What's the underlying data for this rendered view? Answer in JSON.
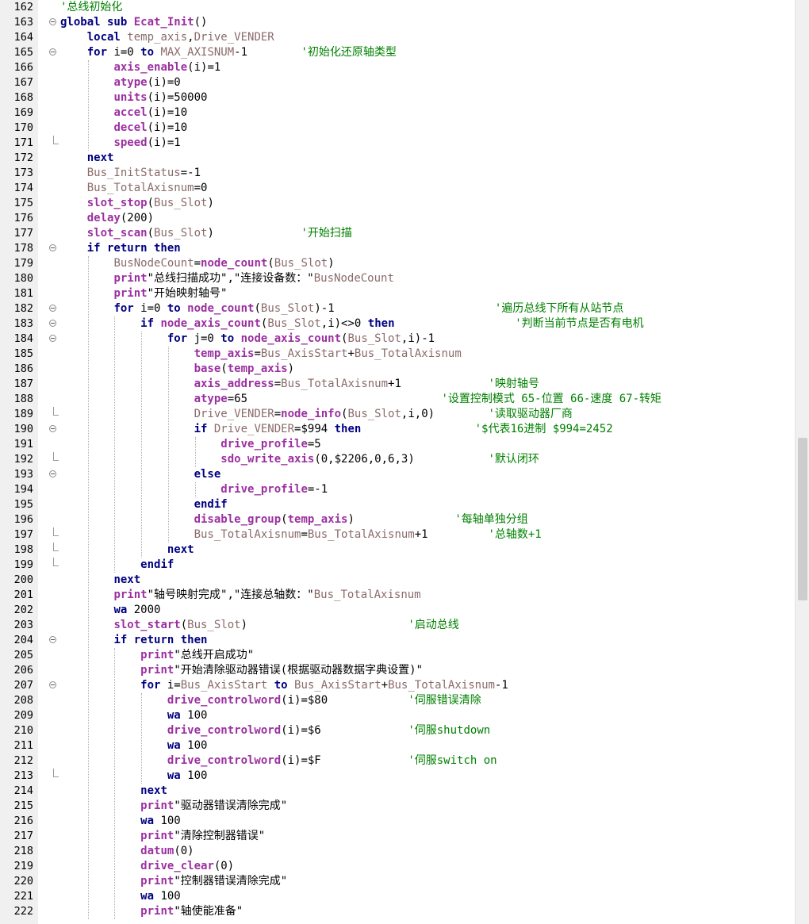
{
  "colors": {
    "keyword": "#000080",
    "function": "#9b30a0",
    "identifier": "#8b6b6b",
    "text": "#000000",
    "comment": "#008000"
  },
  "lines": [
    {
      "n": "162",
      "toks": [
        [
          "c",
          "'总线初始化"
        ]
      ]
    },
    {
      "n": "163",
      "fold": "minus",
      "toks": [
        [
          "k",
          "global sub "
        ],
        [
          "f",
          "Ecat_Init"
        ],
        [
          "t",
          "()"
        ]
      ]
    },
    {
      "n": "164",
      "toks": [
        [
          "t",
          "    "
        ],
        [
          "k",
          "local "
        ],
        [
          "i",
          "temp_axis"
        ],
        [
          "t",
          ","
        ],
        [
          "i",
          "Drive_VENDER"
        ]
      ]
    },
    {
      "n": "165",
      "fold": "minus",
      "toks": [
        [
          "t",
          "    "
        ],
        [
          "k",
          "for "
        ],
        [
          "t",
          "i=0 "
        ],
        [
          "k",
          "to "
        ],
        [
          "i",
          "MAX_AXISNUM"
        ],
        [
          "t",
          "-1        "
        ],
        [
          "c",
          "'初始化还原轴类型"
        ]
      ]
    },
    {
      "n": "166",
      "toks": [
        [
          "t",
          "        "
        ],
        [
          "f",
          "axis_enable"
        ],
        [
          "t",
          "(i)=1"
        ]
      ]
    },
    {
      "n": "167",
      "toks": [
        [
          "t",
          "        "
        ],
        [
          "f",
          "atype"
        ],
        [
          "t",
          "(i)=0"
        ]
      ]
    },
    {
      "n": "168",
      "toks": [
        [
          "t",
          "        "
        ],
        [
          "f",
          "units"
        ],
        [
          "t",
          "(i)=50000"
        ]
      ]
    },
    {
      "n": "169",
      "toks": [
        [
          "t",
          "        "
        ],
        [
          "f",
          "accel"
        ],
        [
          "t",
          "(i)=10"
        ]
      ]
    },
    {
      "n": "170",
      "toks": [
        [
          "t",
          "        "
        ],
        [
          "f",
          "decel"
        ],
        [
          "t",
          "(i)=10"
        ]
      ]
    },
    {
      "n": "171",
      "fold": "end",
      "toks": [
        [
          "t",
          "        "
        ],
        [
          "f",
          "speed"
        ],
        [
          "t",
          "(i)=1"
        ]
      ]
    },
    {
      "n": "172",
      "toks": [
        [
          "t",
          "    "
        ],
        [
          "k",
          "next"
        ]
      ]
    },
    {
      "n": "173",
      "toks": [
        [
          "t",
          "    "
        ],
        [
          "i",
          "Bus_InitStatus"
        ],
        [
          "t",
          "=-1"
        ]
      ]
    },
    {
      "n": "174",
      "toks": [
        [
          "t",
          "    "
        ],
        [
          "i",
          "Bus_TotalAxisnum"
        ],
        [
          "t",
          "=0"
        ]
      ]
    },
    {
      "n": "175",
      "toks": [
        [
          "t",
          "    "
        ],
        [
          "f",
          "slot_stop"
        ],
        [
          "t",
          "("
        ],
        [
          "i",
          "Bus_Slot"
        ],
        [
          "t",
          ")"
        ]
      ]
    },
    {
      "n": "176",
      "toks": [
        [
          "t",
          "    "
        ],
        [
          "f",
          "delay"
        ],
        [
          "t",
          "(200)"
        ]
      ]
    },
    {
      "n": "177",
      "toks": [
        [
          "t",
          "    "
        ],
        [
          "f",
          "slot_scan"
        ],
        [
          "t",
          "("
        ],
        [
          "i",
          "Bus_Slot"
        ],
        [
          "t",
          ")             "
        ],
        [
          "c",
          "'开始扫描"
        ]
      ]
    },
    {
      "n": "178",
      "fold": "minus",
      "toks": [
        [
          "t",
          "    "
        ],
        [
          "k",
          "if return then"
        ]
      ]
    },
    {
      "n": "179",
      "toks": [
        [
          "t",
          "        "
        ],
        [
          "i",
          "BusNodeCount"
        ],
        [
          "t",
          "="
        ],
        [
          "f",
          "node_count"
        ],
        [
          "t",
          "("
        ],
        [
          "i",
          "Bus_Slot"
        ],
        [
          "t",
          ")"
        ]
      ]
    },
    {
      "n": "180",
      "toks": [
        [
          "t",
          "        "
        ],
        [
          "f",
          "print"
        ],
        [
          "t",
          "\"总线扫描成功\",\"连接设备数：\""
        ],
        [
          "i",
          "BusNodeCount"
        ]
      ]
    },
    {
      "n": "181",
      "toks": [
        [
          "t",
          "        "
        ],
        [
          "f",
          "print"
        ],
        [
          "t",
          "\"开始映射轴号\""
        ]
      ]
    },
    {
      "n": "182",
      "fold": "minus",
      "toks": [
        [
          "t",
          "        "
        ],
        [
          "k",
          "for "
        ],
        [
          "t",
          "i=0 "
        ],
        [
          "k",
          "to "
        ],
        [
          "f",
          "node_count"
        ],
        [
          "t",
          "("
        ],
        [
          "i",
          "Bus_Slot"
        ],
        [
          "t",
          ")-1                        "
        ],
        [
          "c",
          "'遍历总线下所有从站节点"
        ]
      ]
    },
    {
      "n": "183",
      "fold": "minus",
      "toks": [
        [
          "t",
          "            "
        ],
        [
          "k",
          "if "
        ],
        [
          "f",
          "node_axis_count"
        ],
        [
          "t",
          "("
        ],
        [
          "i",
          "Bus_Slot"
        ],
        [
          "t",
          ",i)<>0 "
        ],
        [
          "k",
          "then"
        ],
        [
          "t",
          "                  "
        ],
        [
          "c",
          "'判断当前节点是否有电机"
        ]
      ]
    },
    {
      "n": "184",
      "fold": "minus",
      "toks": [
        [
          "t",
          "                "
        ],
        [
          "k",
          "for "
        ],
        [
          "t",
          "j=0 "
        ],
        [
          "k",
          "to "
        ],
        [
          "f",
          "node_axis_count"
        ],
        [
          "t",
          "("
        ],
        [
          "i",
          "Bus_Slot"
        ],
        [
          "t",
          ",i)-1"
        ]
      ]
    },
    {
      "n": "185",
      "toks": [
        [
          "t",
          "                    "
        ],
        [
          "f",
          "temp_axis"
        ],
        [
          "t",
          "="
        ],
        [
          "i",
          "Bus_AxisStart"
        ],
        [
          "t",
          "+"
        ],
        [
          "i",
          "Bus_TotalAxisnum"
        ]
      ]
    },
    {
      "n": "186",
      "toks": [
        [
          "t",
          "                    "
        ],
        [
          "f",
          "base"
        ],
        [
          "t",
          "("
        ],
        [
          "f",
          "temp_axis"
        ],
        [
          "t",
          ")"
        ]
      ]
    },
    {
      "n": "187",
      "toks": [
        [
          "t",
          "                    "
        ],
        [
          "f",
          "axis_address"
        ],
        [
          "t",
          "="
        ],
        [
          "i",
          "Bus_TotalAxisnum"
        ],
        [
          "t",
          "+1             "
        ],
        [
          "c",
          "'映射轴号"
        ]
      ]
    },
    {
      "n": "188",
      "toks": [
        [
          "t",
          "                    "
        ],
        [
          "f",
          "atype"
        ],
        [
          "t",
          "=65                             "
        ],
        [
          "c",
          "'设置控制模式 65-位置 66-速度 67-转矩"
        ]
      ]
    },
    {
      "n": "189",
      "fold": "end",
      "toks": [
        [
          "t",
          "                    "
        ],
        [
          "i",
          "Drive_VENDER"
        ],
        [
          "t",
          "="
        ],
        [
          "f",
          "node_info"
        ],
        [
          "t",
          "("
        ],
        [
          "i",
          "Bus_Slot"
        ],
        [
          "t",
          ",i,0)        "
        ],
        [
          "c",
          "'读取驱动器厂商"
        ]
      ]
    },
    {
      "n": "190",
      "fold": "minus",
      "toks": [
        [
          "t",
          "                    "
        ],
        [
          "k",
          "if "
        ],
        [
          "i",
          "Drive_VENDER"
        ],
        [
          "t",
          "=$994 "
        ],
        [
          "k",
          "then"
        ],
        [
          "t",
          "                 "
        ],
        [
          "c",
          "'$代表16进制 $994=2452"
        ]
      ]
    },
    {
      "n": "191",
      "toks": [
        [
          "t",
          "                        "
        ],
        [
          "f",
          "drive_profile"
        ],
        [
          "t",
          "=5"
        ]
      ]
    },
    {
      "n": "192",
      "fold": "end",
      "toks": [
        [
          "t",
          "                        "
        ],
        [
          "f",
          "sdo_write_axis"
        ],
        [
          "t",
          "(0,$2206,0,6,3)           "
        ],
        [
          "c",
          "'默认闭环"
        ]
      ]
    },
    {
      "n": "193",
      "fold": "minus",
      "toks": [
        [
          "t",
          "                    "
        ],
        [
          "k",
          "else"
        ]
      ]
    },
    {
      "n": "194",
      "toks": [
        [
          "t",
          "                        "
        ],
        [
          "f",
          "drive_profile"
        ],
        [
          "t",
          "=-1"
        ]
      ]
    },
    {
      "n": "195",
      "toks": [
        [
          "t",
          "                    "
        ],
        [
          "k",
          "endif"
        ]
      ]
    },
    {
      "n": "196",
      "toks": [
        [
          "t",
          "                    "
        ],
        [
          "f",
          "disable_group"
        ],
        [
          "t",
          "("
        ],
        [
          "f",
          "temp_axis"
        ],
        [
          "t",
          ")               "
        ],
        [
          "c",
          "'每轴单独分组"
        ]
      ]
    },
    {
      "n": "197",
      "fold": "end",
      "toks": [
        [
          "t",
          "                    "
        ],
        [
          "i",
          "Bus_TotalAxisnum"
        ],
        [
          "t",
          "="
        ],
        [
          "i",
          "Bus_TotalAxisnum"
        ],
        [
          "t",
          "+1         "
        ],
        [
          "c",
          "'总轴数+1"
        ]
      ]
    },
    {
      "n": "198",
      "fold": "end",
      "toks": [
        [
          "t",
          "                "
        ],
        [
          "k",
          "next"
        ]
      ]
    },
    {
      "n": "199",
      "fold": "end",
      "toks": [
        [
          "t",
          "            "
        ],
        [
          "k",
          "endif"
        ]
      ]
    },
    {
      "n": "200",
      "toks": [
        [
          "t",
          "        "
        ],
        [
          "k",
          "next"
        ]
      ]
    },
    {
      "n": "201",
      "toks": [
        [
          "t",
          "        "
        ],
        [
          "f",
          "print"
        ],
        [
          "t",
          "\"轴号映射完成\",\"连接总轴数：\""
        ],
        [
          "i",
          "Bus_TotalAxisnum"
        ]
      ]
    },
    {
      "n": "202",
      "toks": [
        [
          "t",
          "        "
        ],
        [
          "k",
          "wa "
        ],
        [
          "t",
          "2000"
        ]
      ]
    },
    {
      "n": "203",
      "toks": [
        [
          "t",
          "        "
        ],
        [
          "f",
          "slot_start"
        ],
        [
          "t",
          "("
        ],
        [
          "i",
          "Bus_Slot"
        ],
        [
          "t",
          ")                        "
        ],
        [
          "c",
          "'启动总线"
        ]
      ]
    },
    {
      "n": "204",
      "fold": "minus",
      "toks": [
        [
          "t",
          "        "
        ],
        [
          "k",
          "if return then"
        ]
      ]
    },
    {
      "n": "205",
      "toks": [
        [
          "t",
          "            "
        ],
        [
          "f",
          "print"
        ],
        [
          "t",
          "\"总线开启成功\""
        ]
      ]
    },
    {
      "n": "206",
      "toks": [
        [
          "t",
          "            "
        ],
        [
          "f",
          "print"
        ],
        [
          "t",
          "\"开始清除驱动器错误(根据驱动器数据字典设置)\""
        ]
      ]
    },
    {
      "n": "207",
      "fold": "minus",
      "toks": [
        [
          "t",
          "            "
        ],
        [
          "k",
          "for "
        ],
        [
          "t",
          "i="
        ],
        [
          "i",
          "Bus_AxisStart"
        ],
        [
          "t",
          " "
        ],
        [
          "k",
          "to "
        ],
        [
          "i",
          "Bus_AxisStart"
        ],
        [
          "t",
          "+"
        ],
        [
          "i",
          "Bus_TotalAxisnum"
        ],
        [
          "t",
          "-1"
        ]
      ]
    },
    {
      "n": "208",
      "toks": [
        [
          "t",
          "                "
        ],
        [
          "f",
          "drive_controlword"
        ],
        [
          "t",
          "(i)=$80            "
        ],
        [
          "c",
          "'伺服错误清除"
        ]
      ]
    },
    {
      "n": "209",
      "toks": [
        [
          "t",
          "                "
        ],
        [
          "k",
          "wa "
        ],
        [
          "t",
          "100"
        ]
      ]
    },
    {
      "n": "210",
      "toks": [
        [
          "t",
          "                "
        ],
        [
          "f",
          "drive_controlword"
        ],
        [
          "t",
          "(i)=$6             "
        ],
        [
          "c",
          "'伺服shutdown"
        ]
      ]
    },
    {
      "n": "211",
      "toks": [
        [
          "t",
          "                "
        ],
        [
          "k",
          "wa "
        ],
        [
          "t",
          "100"
        ]
      ]
    },
    {
      "n": "212",
      "toks": [
        [
          "t",
          "                "
        ],
        [
          "f",
          "drive_controlword"
        ],
        [
          "t",
          "(i)=$F             "
        ],
        [
          "c",
          "'伺服switch on"
        ]
      ]
    },
    {
      "n": "213",
      "fold": "end",
      "toks": [
        [
          "t",
          "                "
        ],
        [
          "k",
          "wa "
        ],
        [
          "t",
          "100"
        ]
      ]
    },
    {
      "n": "214",
      "toks": [
        [
          "t",
          "            "
        ],
        [
          "k",
          "next"
        ]
      ]
    },
    {
      "n": "215",
      "toks": [
        [
          "t",
          "            "
        ],
        [
          "f",
          "print"
        ],
        [
          "t",
          "\"驱动器错误清除完成\""
        ]
      ]
    },
    {
      "n": "216",
      "toks": [
        [
          "t",
          "            "
        ],
        [
          "k",
          "wa "
        ],
        [
          "t",
          "100"
        ]
      ]
    },
    {
      "n": "217",
      "toks": [
        [
          "t",
          "            "
        ],
        [
          "f",
          "print"
        ],
        [
          "t",
          "\"清除控制器错误\""
        ]
      ]
    },
    {
      "n": "218",
      "toks": [
        [
          "t",
          "            "
        ],
        [
          "f",
          "datum"
        ],
        [
          "t",
          "(0)"
        ]
      ]
    },
    {
      "n": "219",
      "toks": [
        [
          "t",
          "            "
        ],
        [
          "f",
          "drive_clear"
        ],
        [
          "t",
          "(0)"
        ]
      ]
    },
    {
      "n": "220",
      "toks": [
        [
          "t",
          "            "
        ],
        [
          "f",
          "print"
        ],
        [
          "t",
          "\"控制器错误清除完成\""
        ]
      ]
    },
    {
      "n": "221",
      "toks": [
        [
          "t",
          "            "
        ],
        [
          "k",
          "wa "
        ],
        [
          "t",
          "100"
        ]
      ]
    },
    {
      "n": "222",
      "toks": [
        [
          "t",
          "            "
        ],
        [
          "f",
          "print"
        ],
        [
          "t",
          "\"轴使能准备\""
        ]
      ]
    }
  ]
}
